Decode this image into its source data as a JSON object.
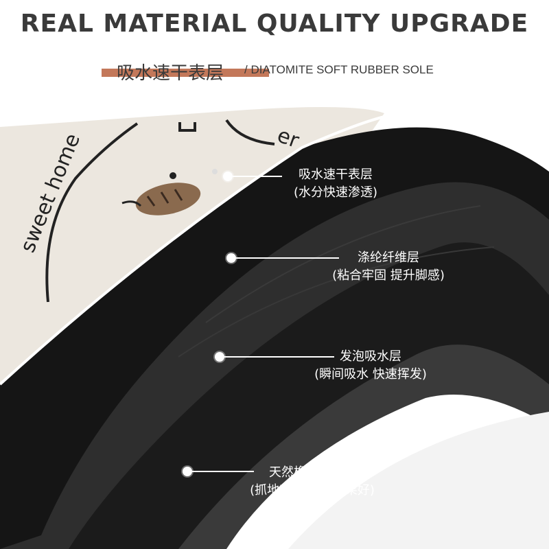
{
  "header": {
    "title": "REAL MATERIAL QUALITY UPGRADE",
    "subtitle_cn": "吸水速干表层",
    "subtitle_en": "/ DIATOMITE SOFT RUBBER SOLE"
  },
  "mat_print": {
    "text_left": "sweet home",
    "text_right": "er"
  },
  "layers": [
    {
      "title": "吸水速干表层",
      "detail": "(水分快速渗透)"
    },
    {
      "title": "涤纶纤维层",
      "detail": "(粘合牢固 提升脚感)"
    },
    {
      "title": "发泡吸水层",
      "detail": "(瞬间吸水 快速挥发)"
    },
    {
      "title": "天然橡胶防滑底",
      "detail": "(抓地牢固 防滑效果好)"
    }
  ],
  "colors": {
    "accent_bar": "#c3785a",
    "mat_surface": "#efebe4",
    "layer_dark": "#2b2b2b",
    "layer_black": "#141414"
  }
}
